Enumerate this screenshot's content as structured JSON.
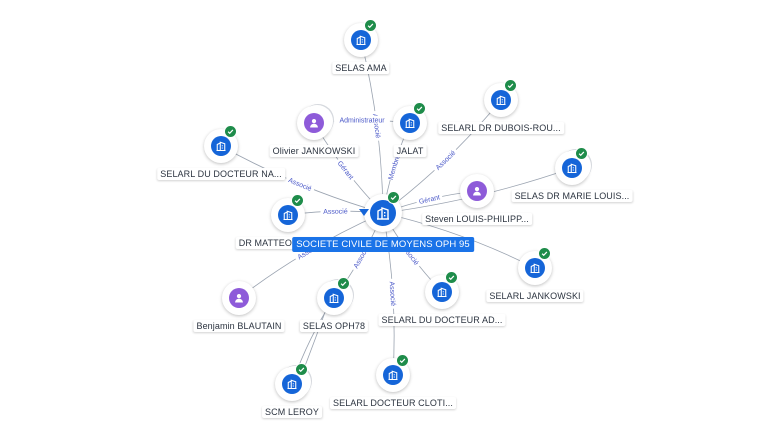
{
  "center": {
    "id": "center",
    "label": "SOCIETE CIVILE DE MOYENS OPH 95",
    "type": "company"
  },
  "nodes": [
    {
      "id": "selas-ama",
      "label": "SELAS AMA",
      "type": "company",
      "verified": true
    },
    {
      "id": "olivier",
      "label": "Olivier JANKOWSKI",
      "type": "person",
      "verified": false
    },
    {
      "id": "jalat",
      "label": "JALAT",
      "type": "company",
      "verified": true
    },
    {
      "id": "dubois",
      "label": "SELARL DR DUBOIS-ROU...",
      "type": "company",
      "verified": true
    },
    {
      "id": "docteur-na",
      "label": "SELARL DU DOCTEUR NA...",
      "type": "company",
      "verified": true
    },
    {
      "id": "marie-louis",
      "label": "SELAS DR MARIE LOUIS...",
      "type": "company",
      "verified": true
    },
    {
      "id": "steven",
      "label": "Steven LOUIS-PHILIPP...",
      "type": "person",
      "verified": false
    },
    {
      "id": "matteo",
      "label": "DR MATTEO MAGNANI",
      "type": "company",
      "verified": true
    },
    {
      "id": "jankowski-selarl",
      "label": "SELARL JANKOWSKI",
      "type": "company",
      "verified": true
    },
    {
      "id": "benjamin",
      "label": "Benjamin BLAUTAIN",
      "type": "person",
      "verified": false
    },
    {
      "id": "oph78",
      "label": "SELAS OPH78",
      "type": "company",
      "verified": true
    },
    {
      "id": "docteur-ad",
      "label": "SELARL DU DOCTEUR AD...",
      "type": "company",
      "verified": true
    },
    {
      "id": "leroy",
      "label": "SCM LEROY",
      "type": "company",
      "verified": true
    },
    {
      "id": "cloti",
      "label": "SELARL DOCTEUR CLOTI...",
      "type": "company",
      "verified": true
    }
  ],
  "edges": [
    {
      "from": "selas-ama",
      "to": "center",
      "label": "Associé"
    },
    {
      "from": "olivier",
      "to": "center",
      "label": "Gérant"
    },
    {
      "from": "olivier",
      "to": "jalat",
      "label": "Administrateur"
    },
    {
      "from": "jalat",
      "to": "center",
      "label": "Membre"
    },
    {
      "from": "dubois",
      "to": "center",
      "label": "Associé"
    },
    {
      "from": "docteur-na",
      "to": "center",
      "label": "Associé"
    },
    {
      "from": "marie-louis",
      "to": "center",
      "label": ""
    },
    {
      "from": "steven",
      "to": "center",
      "label": "Gérant"
    },
    {
      "from": "matteo",
      "to": "center",
      "label": "Associé"
    },
    {
      "from": "jankowski-selarl",
      "to": "center",
      "label": ""
    },
    {
      "from": "benjamin",
      "to": "center",
      "label": "Associé"
    },
    {
      "from": "oph78",
      "to": "center",
      "label": "Associé"
    },
    {
      "from": "docteur-ad",
      "to": "center",
      "label": "Associé"
    },
    {
      "from": "cloti",
      "to": "center",
      "label": "Associé"
    },
    {
      "from": "leroy",
      "to": "oph78",
      "label": ""
    }
  ],
  "colors": {
    "company": "#1565d8",
    "person": "#8e5bd9",
    "verified": "#1e8c4a",
    "edge": "#9aa3b0",
    "edge_label": "#4a58c8",
    "center_label_bg": "#1a73e8"
  }
}
